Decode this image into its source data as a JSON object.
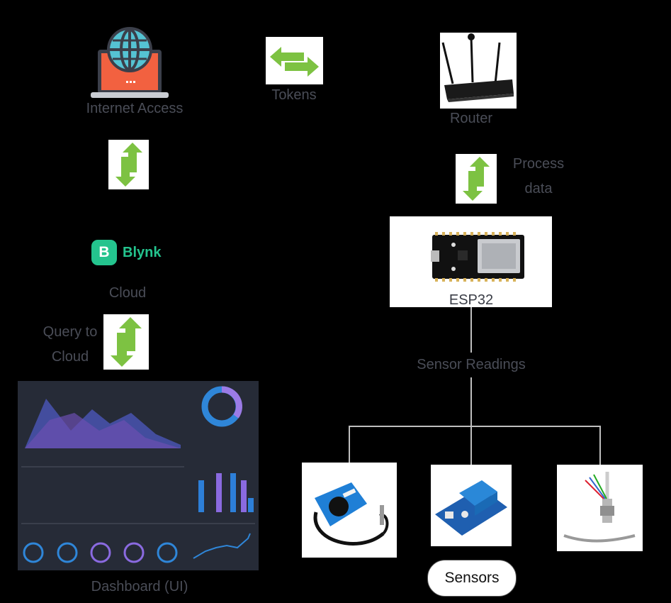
{
  "nodes": {
    "internet": "Internet Access",
    "tokens": "Tokens",
    "router": "Router",
    "process_line1": "Process",
    "process_line2": "data",
    "blynk_badge": "B",
    "blynk_word": "Blynk",
    "cloud": "Cloud",
    "query_line1": "Query to",
    "query_line2": "Cloud",
    "esp32": "ESP32",
    "sensor_readings": "Sensor Readings",
    "dashboard": "Dashboard (UI)",
    "sensors": "Sensors"
  },
  "colors": {
    "arrow_green": "#7dc242",
    "arrow_dark": "#4e8a1e",
    "blynk": "#24c48e",
    "label_gray": "#4a4d57"
  },
  "icons": [
    "globe-laptop-icon",
    "swap-arrows-icon",
    "router-image",
    "vertical-arrows-icon",
    "esp32-board-image",
    "current-clamp-sensor-image",
    "voltage-sensor-image",
    "thermocouple-sensor-image",
    "dashboard-screenshot-image"
  ]
}
